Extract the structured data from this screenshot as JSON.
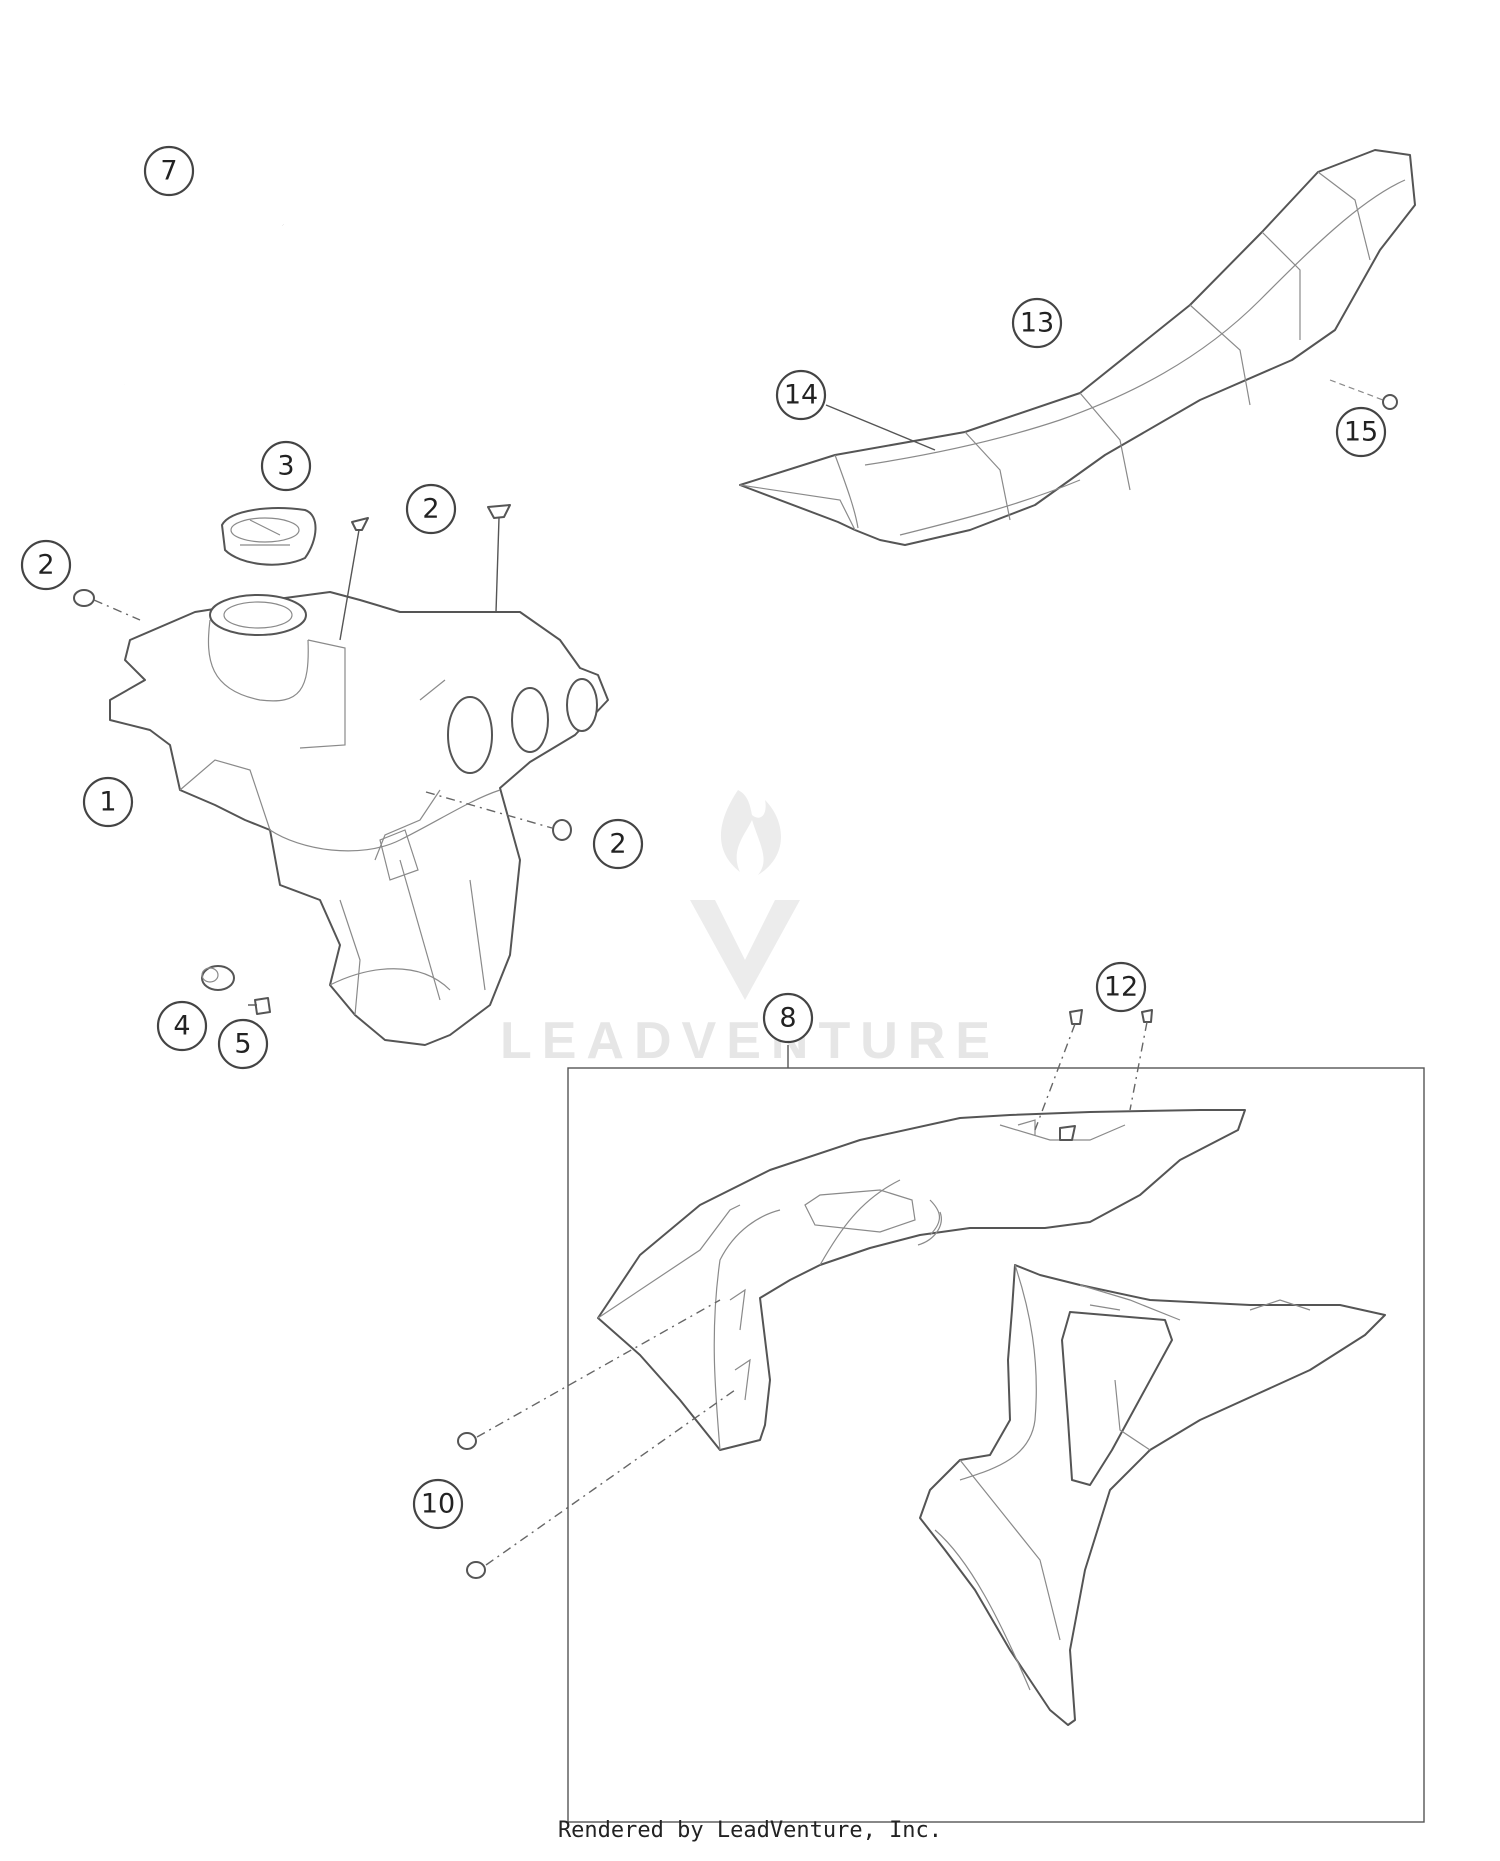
{
  "callouts": {
    "c1": "1",
    "c2a": "2",
    "c2b": "2",
    "c2c": "2",
    "c3": "3",
    "c4": "4",
    "c5": "5",
    "c7": "7",
    "c8": "8",
    "c10": "10",
    "c12": "12",
    "c13": "13",
    "c14": "14",
    "c15": "15"
  },
  "watermark": "LEADVENTURE",
  "footer": "Rendered by LeadVenture, Inc.",
  "colors": {
    "line": "#555555",
    "watermark": "#e6e6e6",
    "background": "#ffffff"
  }
}
